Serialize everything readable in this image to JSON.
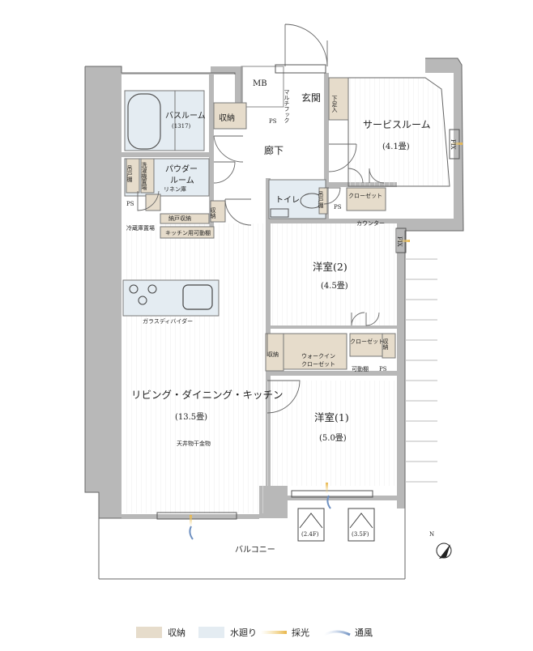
{
  "rooms": {
    "mb": "MB",
    "bath": "バスルーム",
    "bath_size": "(1317)",
    "storage_1": "収納",
    "ps_1": "PS",
    "entrance": "玄関",
    "shoe_box": "下足入",
    "multi_hook": "マルチフック",
    "service_room": "サービスルーム",
    "service_room_size": "(4.1畳)",
    "fix_1": "FIX",
    "corridor": "廊下",
    "powder": "パウダー",
    "powder_2": "ルーム",
    "hanging_shelf_1": "吊戸棚",
    "washer": "洗濯機置場",
    "linen": "リネン庫",
    "ps_2": "PS",
    "toilet": "トイレ",
    "hanging_shelf_2": "吊戸棚",
    "ps_3": "PS",
    "closet_1": "クローゼット",
    "counter": "カウンター",
    "fix_2": "FIX",
    "fridge": "冷蔵庫置場",
    "storage_2": "納戸収納",
    "storage_3": "収納",
    "kitchen_shelf": "キッチン用可動棚",
    "western_2": "洋室(2)",
    "western_2_size": "(4.5畳)",
    "glass_guard": "ガラスディバイダー",
    "closet_2": "クローゼット",
    "storage_4": "収納",
    "storage_5": "収納",
    "walk_in": "ウォークイン",
    "walk_in_2": "クローゼット",
    "movable_shelf": "可動棚",
    "ps_4": "PS",
    "ldk": "リビング・ダイニング・キッチン",
    "ldk_size": "(13.5畳)",
    "ceiling_rail": "天井物干金物",
    "western_1": "洋室(1)",
    "western_1_size": "(5.0畳)",
    "skylight_1": "(2.4F)",
    "skylight_2": "(3.5F)",
    "balcony": "バルコニー",
    "north": "N"
  },
  "legend": {
    "storage": "収納",
    "water": "水廻り",
    "light": "採光",
    "wind": "通風"
  },
  "colors": {
    "wall": "#b8b8b8",
    "storage": "#e6dccb",
    "water": "#e4ecf2",
    "light": "#e8b64a",
    "wind": "#7e9fc9"
  }
}
